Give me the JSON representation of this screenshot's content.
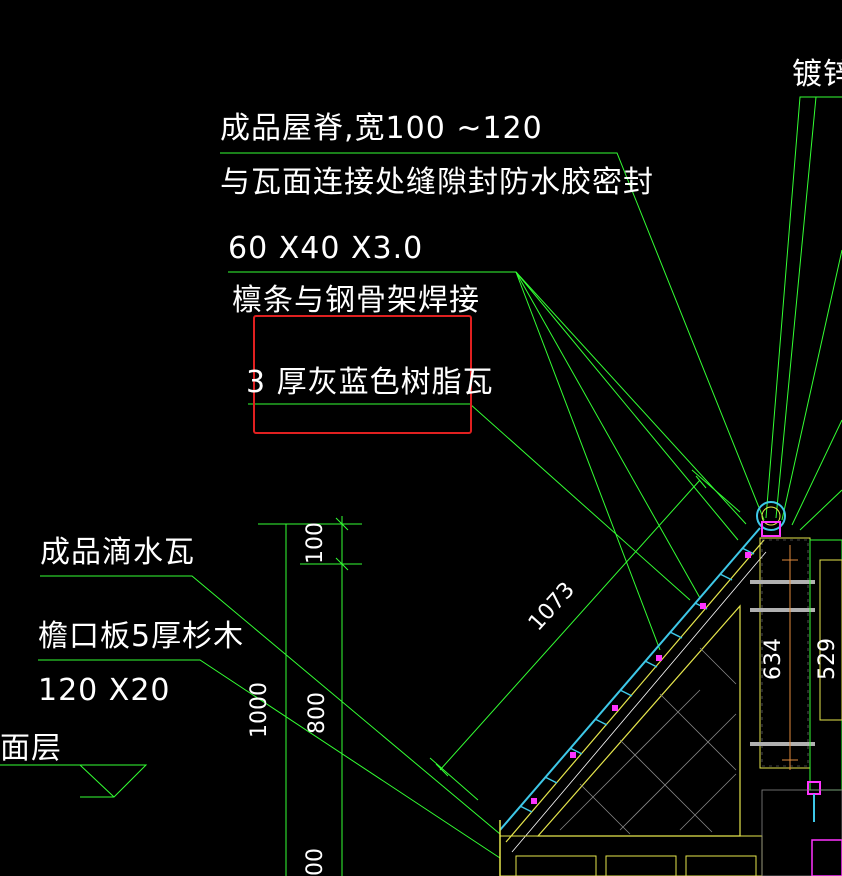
{
  "colors": {
    "background": "#000000",
    "leader_line": "#33ff33",
    "text": "#ffffff",
    "highlight_box": "#e02020",
    "roof_cyan": "#3ec8e8",
    "magenta": "#ff33ff",
    "yellow": "#e6e64c",
    "orange": "#e08a3c",
    "gray": "#b0b0b0"
  },
  "labels": {
    "galvanized": "镀锌",
    "ridge_line1": "成品屋脊,宽100 ~120",
    "ridge_line2": "与瓦面连接处缝隙封防水胶密封",
    "purlin_size": "60 X40 X3.0",
    "purlin_weld": "檩条与钢骨架焊接",
    "resin_tile": "3 厚灰蓝色树脂瓦",
    "drip_tile": "成品滴水瓦",
    "eave_board": "檐口板5厚杉木",
    "eave_size": "120 X20",
    "surface_layer": "面层"
  },
  "dimensions": {
    "d100": "100",
    "d1000": "1000",
    "d800": "800",
    "d1073": "1073",
    "d634": "634",
    "d529": "529",
    "d00": "00"
  }
}
